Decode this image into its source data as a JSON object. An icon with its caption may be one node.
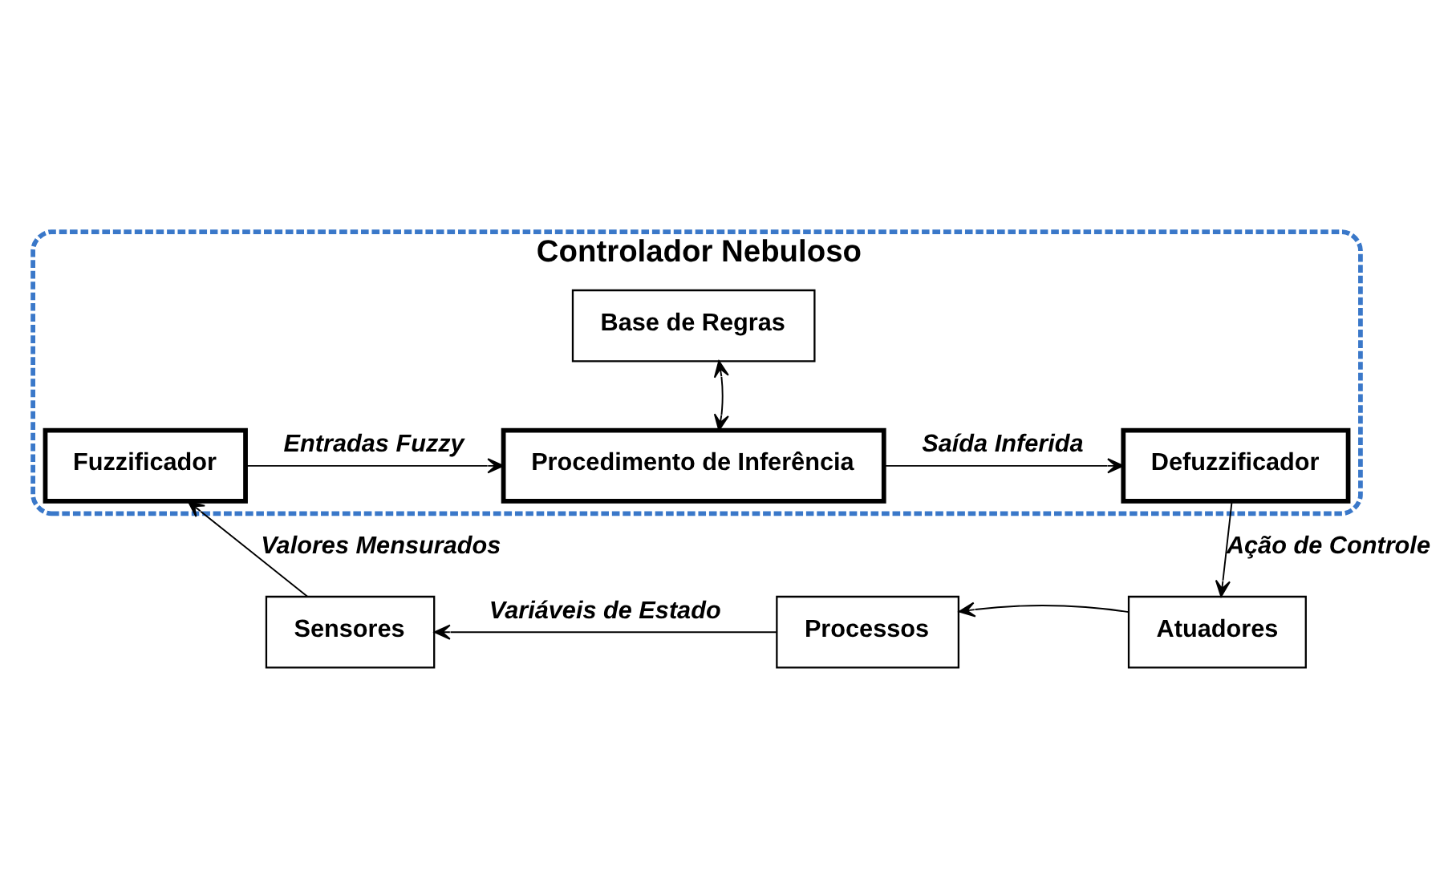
{
  "diagram": {
    "nodes": [
      {
        "text": [
          "Controlador Nebuloso"
        ]
      },
      {
        "text": [
          "Base de Regras"
        ],
        "in": 0
      },
      {
        "text": [
          "Fuzzificador"
        ],
        "in": 0
      },
      {
        "text": [
          "Procedimento de Inferência"
        ],
        "in": 0
      },
      {
        "text": [
          "Defuzzificador"
        ],
        "in": 0
      },
      {
        "text": [
          "Sensores"
        ]
      },
      {
        "text": [
          "Processos"
        ]
      },
      {
        "text": [
          "Atuadores"
        ]
      }
    ],
    "edges": [
      {
        "from": 2,
        "to": 3,
        "arrow": "to",
        "label": "Entradas Fuzzy"
      },
      {
        "from": 3,
        "to": 1,
        "arrow": "both"
      },
      {
        "from": 3,
        "to": 4,
        "arrow": "to",
        "label": "Saída Inferida"
      },
      {
        "from": 4,
        "to": 7,
        "arrow": "to",
        "label": "Ação de Controle"
      },
      {
        "from": 7,
        "to": 6,
        "arrow": "to"
      },
      {
        "from": 6,
        "to": 5,
        "arrow": "to",
        "label": "Variáveis de Estado"
      },
      {
        "from": 5,
        "to": 2,
        "arrow": "to",
        "label": "Valores Mensurados"
      }
    ]
  }
}
